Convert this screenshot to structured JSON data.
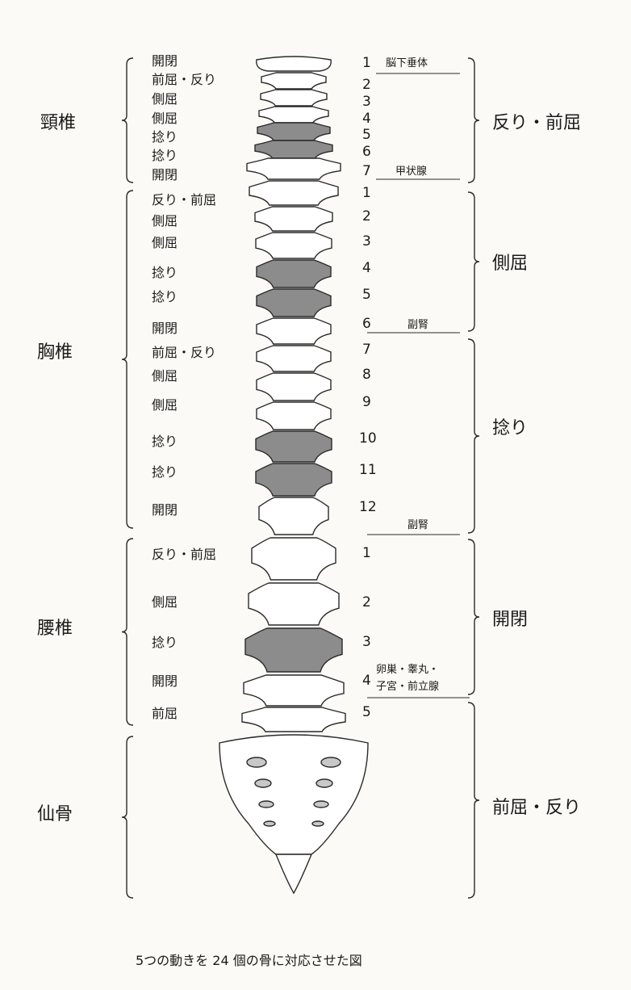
{
  "regions": {
    "cervical": "頸椎",
    "thoracic": "胸椎",
    "lumbar": "腰椎",
    "sacrum": "仙骨"
  },
  "cervical_moves": [
    "開閉",
    "前屈・反り",
    "側屈",
    "側屈",
    "捻り",
    "捻り",
    "開閉"
  ],
  "cervical_numbers": [
    "1",
    "2",
    "3",
    "4",
    "5",
    "6",
    "7"
  ],
  "thoracic_moves": [
    "反り・前屈",
    "側屈",
    "側屈",
    "捻り",
    "捻り",
    "開閉",
    "前屈・反り",
    "側屈",
    "側屈",
    "捻り",
    "捻り",
    "開閉"
  ],
  "thoracic_numbers": [
    "1",
    "2",
    "3",
    "4",
    "5",
    "6",
    "7",
    "8",
    "9",
    "10",
    "11",
    "12"
  ],
  "lumbar_moves": [
    "反り・前屈",
    "側屈",
    "捻り",
    "開閉",
    "前屈"
  ],
  "lumbar_numbers": [
    "1",
    "2",
    "3",
    "4",
    "5"
  ],
  "organs": {
    "pituitary": "脳下垂体",
    "thyroid": "甲状腺",
    "adrenal_1": "副腎",
    "adrenal_2": "副腎",
    "gonads_line1": "卵巣・睾丸・",
    "gonads_line2": "子宮・前立腺"
  },
  "groups": {
    "g1": "反り・前屈",
    "g2": "側屈",
    "g3": "捻り",
    "g4": "開閉",
    "g5": "前屈・反り"
  },
  "caption": "5つの動きを 24 個の骨に対応させた図",
  "colors": {
    "bone_fill": "#ffffff",
    "shaded_fill": "#8c8c8c",
    "ink": "#2a2a2a"
  }
}
